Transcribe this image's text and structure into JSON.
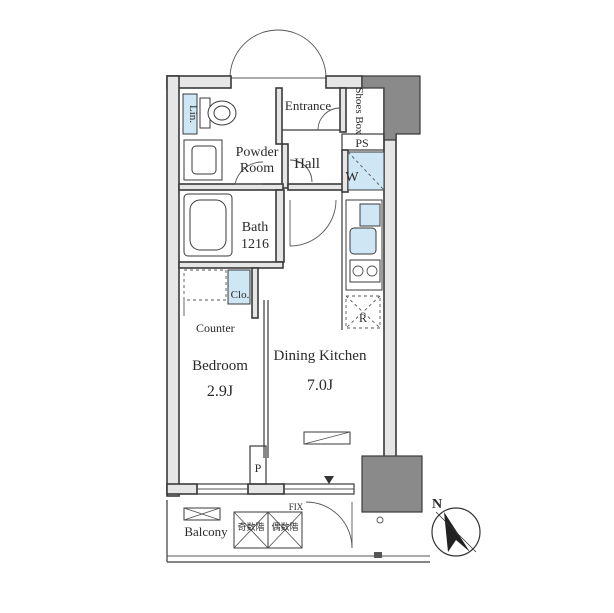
{
  "rooms": {
    "entrance": "Entrance",
    "shoes_box": "Shoes Box",
    "ps": "PS",
    "lin": "Lin.",
    "powder_room": [
      "Powder",
      "Room"
    ],
    "hall": "Hall",
    "washer": "W",
    "bath": [
      "Bath",
      "1216"
    ],
    "closet": "Clo.",
    "counter": "Counter",
    "refrigerator": "R",
    "bedroom": "Bedroom",
    "bedroom_size": "2.9J",
    "dining_kitchen": "Dining Kitchen",
    "dk_size": "7.0J",
    "pipe_space": "P",
    "balcony": "Balcony",
    "fix": "FIX",
    "evac_1": "奇数階",
    "evac_2": "偶数階"
  },
  "compass": {
    "label": "N"
  },
  "colors": {
    "wall": "#8a8a8a",
    "fixture_blue": "#cfe6f4",
    "line": "#3a3a3a"
  }
}
